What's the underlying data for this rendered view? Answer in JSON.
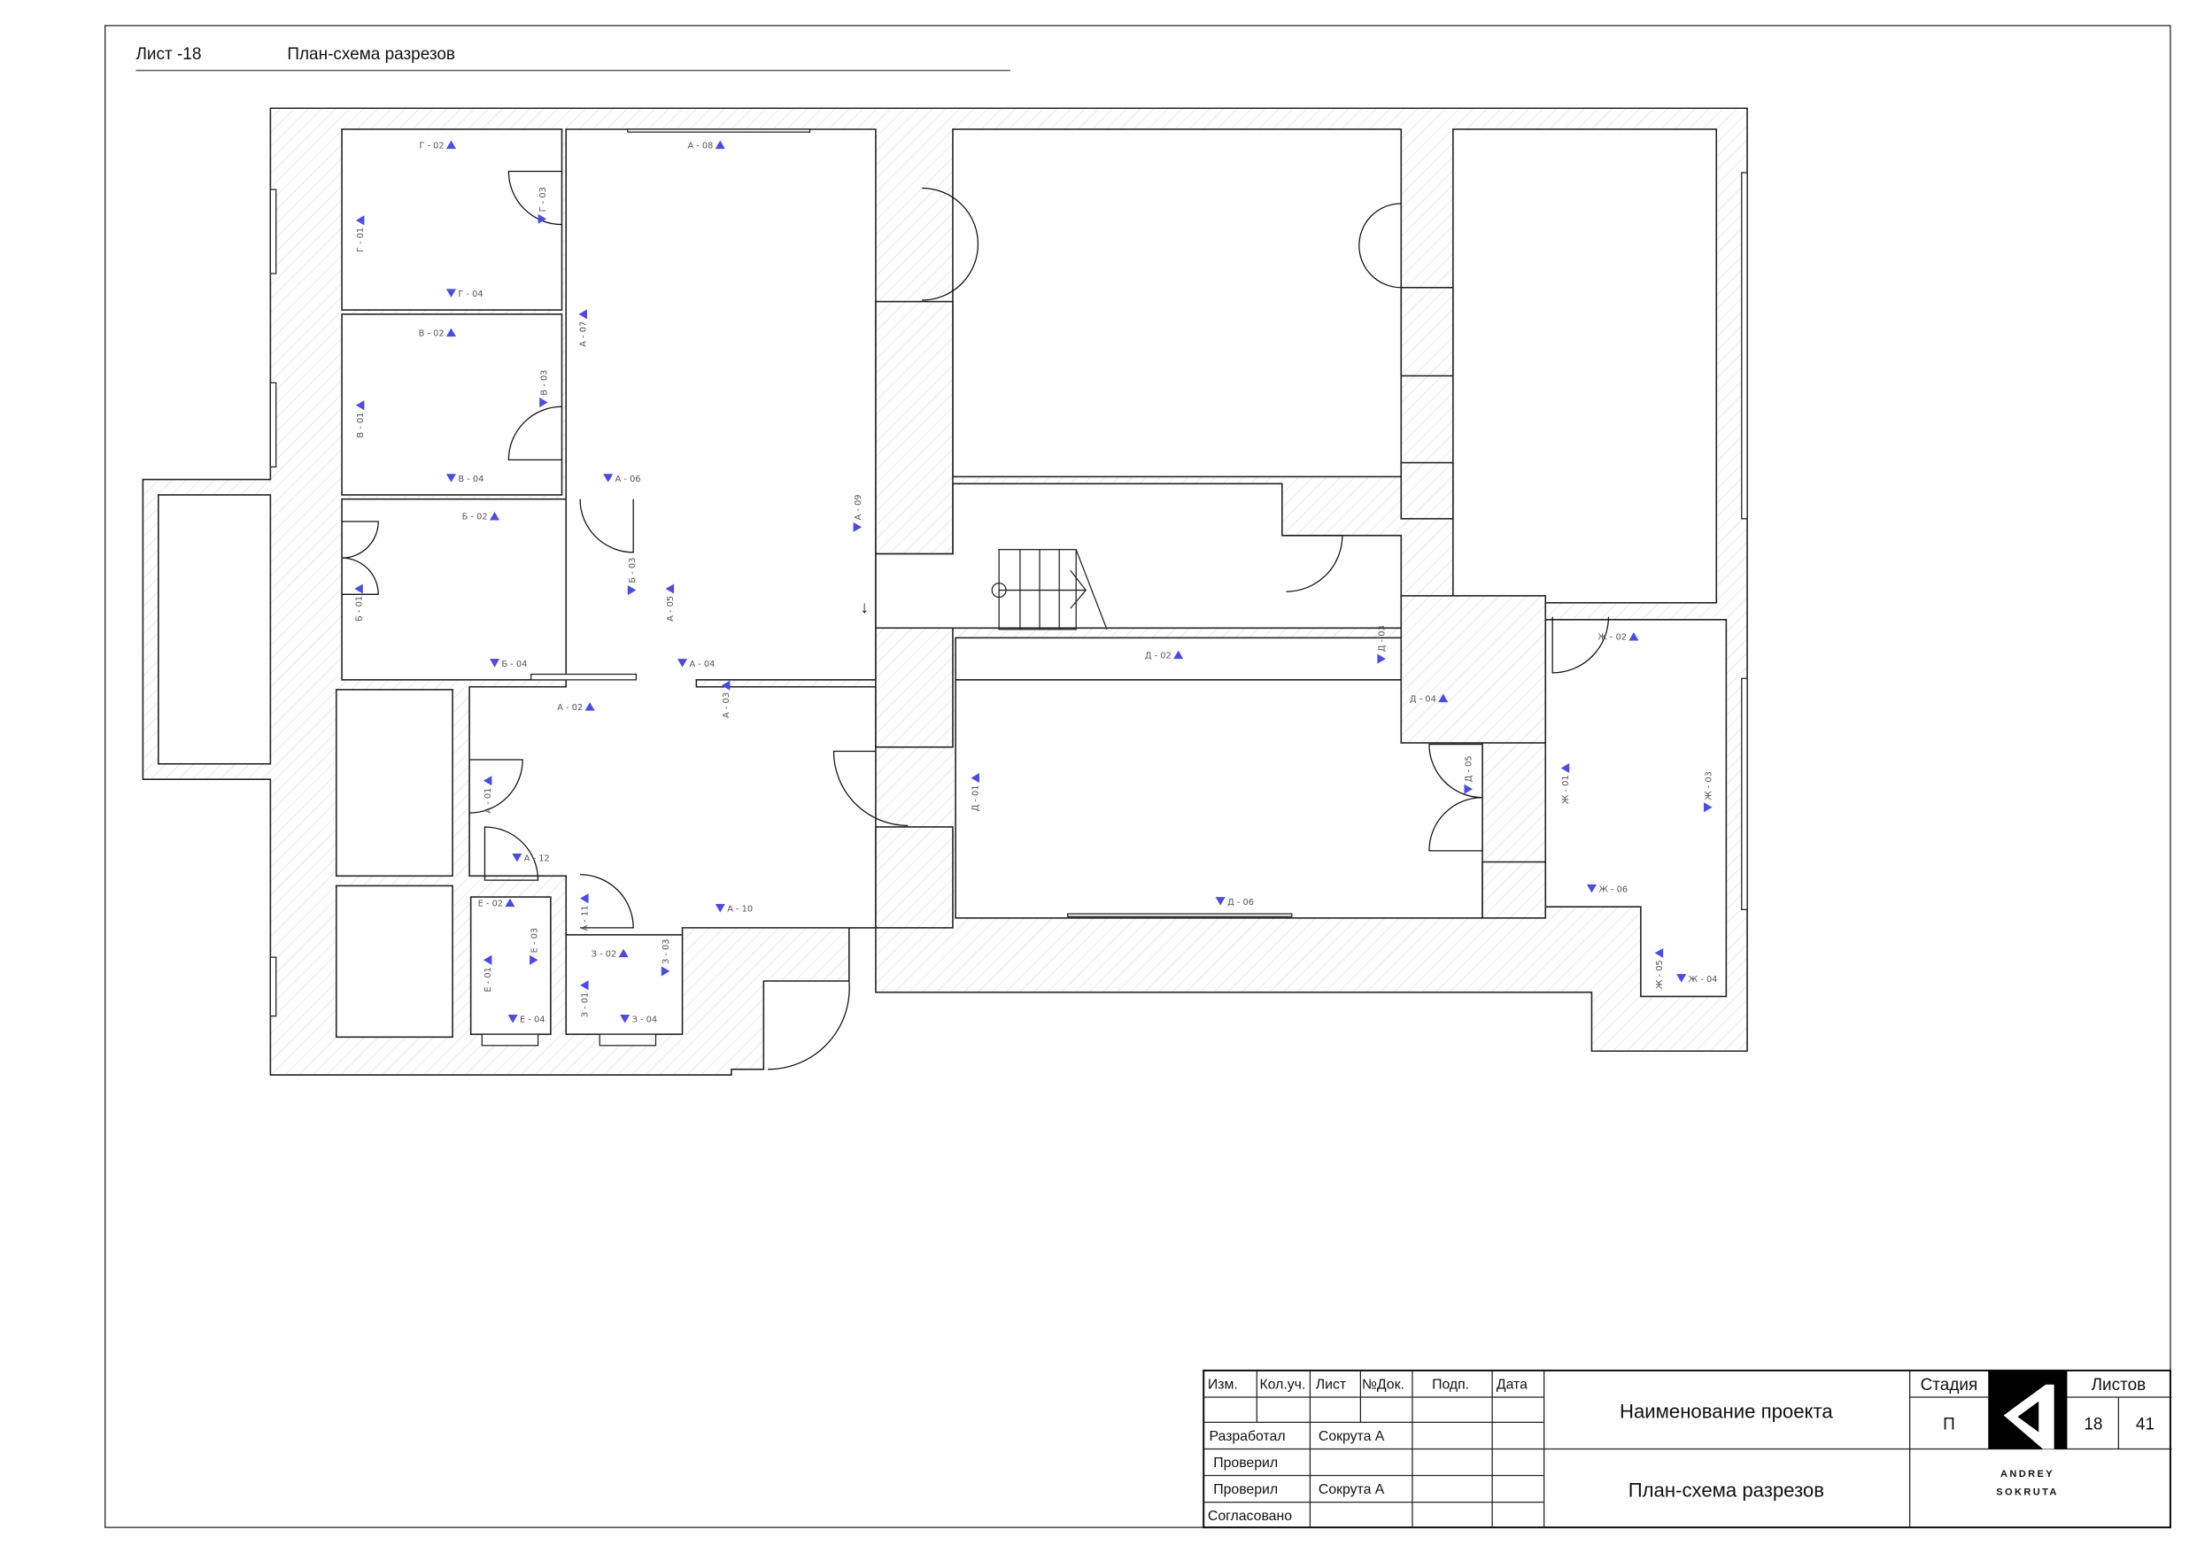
{
  "header": {
    "sheet_label": "Лист -18",
    "sheet_title": "План-схема разрезов"
  },
  "markers": [
    {
      "code": "Г - 02",
      "dir": "up"
    },
    {
      "code": "Г - 04",
      "dir": "down"
    },
    {
      "code": "В - 02",
      "dir": "up"
    },
    {
      "code": "В - 04",
      "dir": "down"
    },
    {
      "code": "Б - 02",
      "dir": "up"
    },
    {
      "code": "Б - 04",
      "dir": "down"
    },
    {
      "code": "А - 06",
      "dir": "down"
    },
    {
      "code": "А - 04",
      "dir": "down"
    },
    {
      "code": "А - 02",
      "dir": "up"
    },
    {
      "code": "А - 08",
      "dir": "up"
    },
    {
      "code": "А - 12",
      "dir": "down"
    },
    {
      "code": "Е - 02",
      "dir": "up"
    },
    {
      "code": "Е - 04",
      "dir": "down"
    },
    {
      "code": "З - 02",
      "dir": "up"
    },
    {
      "code": "З - 04",
      "dir": "down"
    },
    {
      "code": "А - 10",
      "dir": "down"
    },
    {
      "code": "Д - 02",
      "dir": "up"
    },
    {
      "code": "Д - 04",
      "dir": "up"
    },
    {
      "code": "Д - 06",
      "dir": "down"
    },
    {
      "code": "Ж - 02",
      "dir": "up"
    },
    {
      "code": "Ж - 06",
      "dir": "down"
    },
    {
      "code": "Ж - 04",
      "dir": "down"
    },
    {
      "code": "Г - 01",
      "dir": "left"
    },
    {
      "code": "Г - 03",
      "dir": "right"
    },
    {
      "code": "В - 01",
      "dir": "left"
    },
    {
      "code": "В - 03",
      "dir": "right"
    },
    {
      "code": "А - 07",
      "dir": "left"
    },
    {
      "code": "Б - 01",
      "dir": "left"
    },
    {
      "code": "Б - 03",
      "dir": "right"
    },
    {
      "code": "А - 05",
      "dir": "left"
    },
    {
      "code": "А - 03",
      "dir": "left"
    },
    {
      "code": "А - 01",
      "dir": "left"
    },
    {
      "code": "А - 11",
      "dir": "left"
    },
    {
      "code": "Е - 01",
      "dir": "left"
    },
    {
      "code": "Е - 03",
      "dir": "right"
    },
    {
      "code": "З - 01",
      "dir": "left"
    },
    {
      "code": "З - 03",
      "dir": "right"
    },
    {
      "code": "А - 09",
      "dir": "right"
    },
    {
      "code": "Д - 01",
      "dir": "left"
    },
    {
      "code": "Д - 03",
      "dir": "right"
    },
    {
      "code": "Д - 05",
      "dir": "right"
    },
    {
      "code": "Ж - 01",
      "dir": "left"
    },
    {
      "code": "Ж - 03",
      "dir": "right"
    },
    {
      "code": "Ж - 05",
      "dir": "left"
    }
  ],
  "colors": {
    "marker": "#4a4aee",
    "line": "#222222",
    "label": "#555555"
  },
  "title_block": {
    "headers": [
      "Изм.",
      "Кол.уч.",
      "Лист",
      "№Док.",
      "Подп.",
      "Дата"
    ],
    "rows": [
      {
        "role": "Разработал",
        "name": "Сокрута А"
      },
      {
        "role": "Проверил",
        "name": ""
      },
      {
        "role": "Проверил",
        "name": "Сокрута А"
      },
      {
        "role": "Согласовано",
        "name": ""
      }
    ],
    "project_name": "Наименование проекта",
    "sheet_title": "План-схема разрезов",
    "stage_label": "Стадия",
    "stage": "П",
    "sheets_label": "Листов",
    "sheet": "18",
    "total_sheets": "41",
    "logo": {
      "line1": "ANDREY",
      "line2": "SOKRUTA"
    }
  }
}
